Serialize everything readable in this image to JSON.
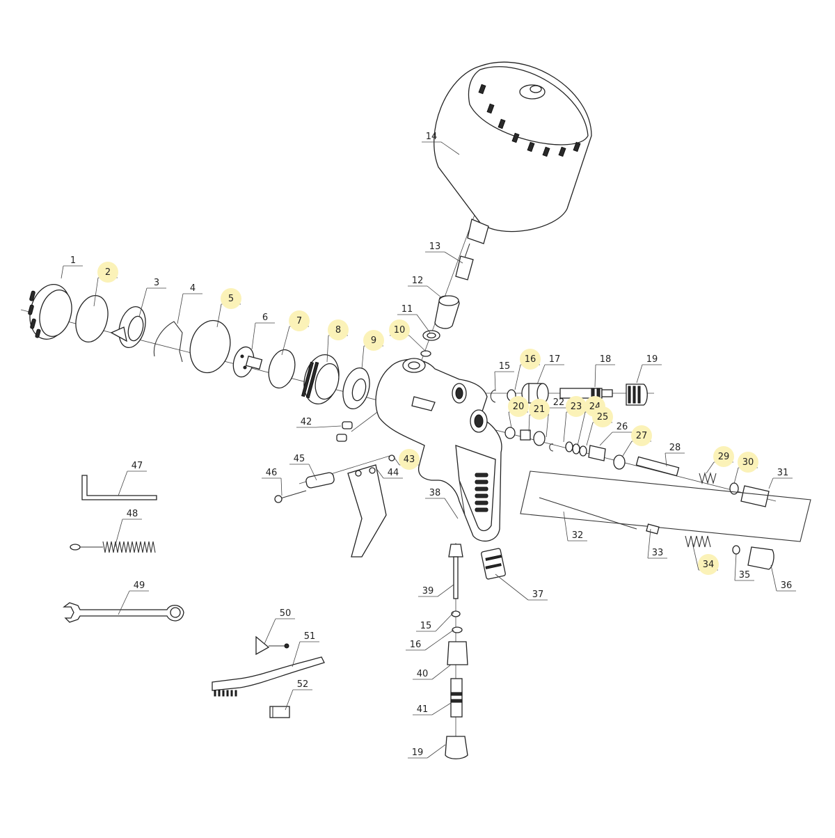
{
  "diagram": {
    "highlight_color": "#fbf2b8",
    "line_color": "#333333",
    "labels": [
      {
        "id": "p1",
        "text": "1",
        "highlighted": false
      },
      {
        "id": "p2",
        "text": "2",
        "highlighted": true
      },
      {
        "id": "p3",
        "text": "3",
        "highlighted": false
      },
      {
        "id": "p4",
        "text": "4",
        "highlighted": false
      },
      {
        "id": "p5",
        "text": "5",
        "highlighted": true
      },
      {
        "id": "p6",
        "text": "6",
        "highlighted": false
      },
      {
        "id": "p7",
        "text": "7",
        "highlighted": true
      },
      {
        "id": "p8",
        "text": "8",
        "highlighted": true
      },
      {
        "id": "p9",
        "text": "9",
        "highlighted": true
      },
      {
        "id": "p10",
        "text": "10",
        "highlighted": true
      },
      {
        "id": "p11",
        "text": "11",
        "highlighted": false
      },
      {
        "id": "p12",
        "text": "12",
        "highlighted": false
      },
      {
        "id": "p13",
        "text": "13",
        "highlighted": false
      },
      {
        "id": "p14",
        "text": "14",
        "highlighted": false
      },
      {
        "id": "p15a",
        "text": "15",
        "highlighted": false
      },
      {
        "id": "p16a",
        "text": "16",
        "highlighted": true
      },
      {
        "id": "p17",
        "text": "17",
        "highlighted": false
      },
      {
        "id": "p18",
        "text": "18",
        "highlighted": false
      },
      {
        "id": "p19a",
        "text": "19",
        "highlighted": false
      },
      {
        "id": "p20",
        "text": "20",
        "highlighted": true
      },
      {
        "id": "p21",
        "text": "21",
        "highlighted": true
      },
      {
        "id": "p22",
        "text": "22",
        "highlighted": false
      },
      {
        "id": "p23",
        "text": "23",
        "highlighted": true
      },
      {
        "id": "p24",
        "text": "24",
        "highlighted": true
      },
      {
        "id": "p25",
        "text": "25",
        "highlighted": true
      },
      {
        "id": "p26",
        "text": "26",
        "highlighted": false
      },
      {
        "id": "p27",
        "text": "27",
        "highlighted": true
      },
      {
        "id": "p28",
        "text": "28",
        "highlighted": false
      },
      {
        "id": "p29",
        "text": "29",
        "highlighted": true
      },
      {
        "id": "p30",
        "text": "30",
        "highlighted": true
      },
      {
        "id": "p31",
        "text": "31",
        "highlighted": false
      },
      {
        "id": "p32",
        "text": "32",
        "highlighted": false
      },
      {
        "id": "p33",
        "text": "33",
        "highlighted": false
      },
      {
        "id": "p34",
        "text": "34",
        "highlighted": true
      },
      {
        "id": "p35",
        "text": "35",
        "highlighted": false
      },
      {
        "id": "p36",
        "text": "36",
        "highlighted": false
      },
      {
        "id": "p37",
        "text": "37",
        "highlighted": false
      },
      {
        "id": "p38",
        "text": "38",
        "highlighted": false
      },
      {
        "id": "p39",
        "text": "39",
        "highlighted": false
      },
      {
        "id": "p15b",
        "text": "15",
        "highlighted": false
      },
      {
        "id": "p16b",
        "text": "16",
        "highlighted": false
      },
      {
        "id": "p40",
        "text": "40",
        "highlighted": false
      },
      {
        "id": "p41",
        "text": "41",
        "highlighted": false
      },
      {
        "id": "p19b",
        "text": "19",
        "highlighted": false
      },
      {
        "id": "p42",
        "text": "42",
        "highlighted": false
      },
      {
        "id": "p43",
        "text": "43",
        "highlighted": true
      },
      {
        "id": "p44",
        "text": "44",
        "highlighted": false
      },
      {
        "id": "p45",
        "text": "45",
        "highlighted": false
      },
      {
        "id": "p46",
        "text": "46",
        "highlighted": false
      },
      {
        "id": "p47",
        "text": "47",
        "highlighted": false
      },
      {
        "id": "p48",
        "text": "48",
        "highlighted": false
      },
      {
        "id": "p49",
        "text": "49",
        "highlighted": false
      },
      {
        "id": "p50",
        "text": "50",
        "highlighted": false
      },
      {
        "id": "p51",
        "text": "51",
        "highlighted": false
      },
      {
        "id": "p52",
        "text": "52",
        "highlighted": false
      }
    ]
  }
}
